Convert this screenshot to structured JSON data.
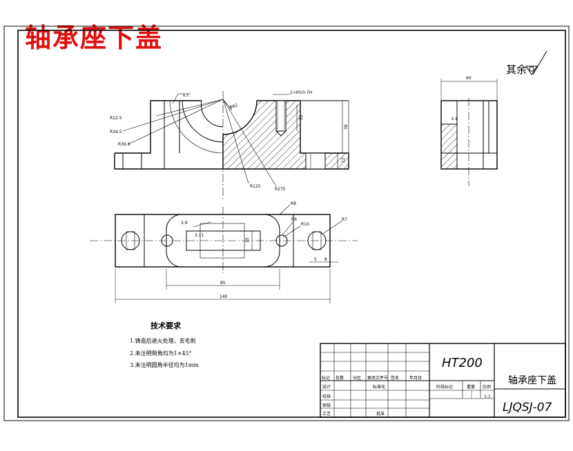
{
  "overlay_title": "轴承座下盖",
  "roughness_note": "其余",
  "tech_requirements": {
    "heading": "技术要求",
    "items": [
      "1.铸造后退火处理，去毛刺",
      "2.未注明倒角均为1×45°",
      "3.未注明圆角半径均为1mm"
    ]
  },
  "front_view_dims": {
    "r125": "R12.5",
    "r345": "R34.5",
    "r366": "R36.6",
    "phi62": "Φ62",
    "r125b": "R125",
    "r275": "R275",
    "thread": "2×M10-7H",
    "d22": "22",
    "d38": "38",
    "d12": "12"
  },
  "side_view_dims": {
    "w60": "60",
    "f63": "6.3"
  },
  "top_view_dims": {
    "r8": "R8",
    "r6": "R6",
    "r10": "R10",
    "r7": "R7",
    "d39": "3.9",
    "d311": "3.11",
    "d15": "15",
    "w85": "85",
    "w140": "140",
    "d5": "5",
    "d8": "8"
  },
  "title_block": {
    "material": "HT200",
    "part_name": "轴承座下盖",
    "drawing_no": "LJQSJ-07",
    "scale": "1:1",
    "headers": [
      "标记",
      "处数",
      "分区",
      "更改文件号",
      "签名",
      "年月日"
    ],
    "row_labels": [
      "设计",
      "标准化",
      "校核",
      "审核",
      "工艺",
      "批准"
    ],
    "stage_headers": [
      "阶段标记",
      "重量",
      "比例"
    ]
  }
}
